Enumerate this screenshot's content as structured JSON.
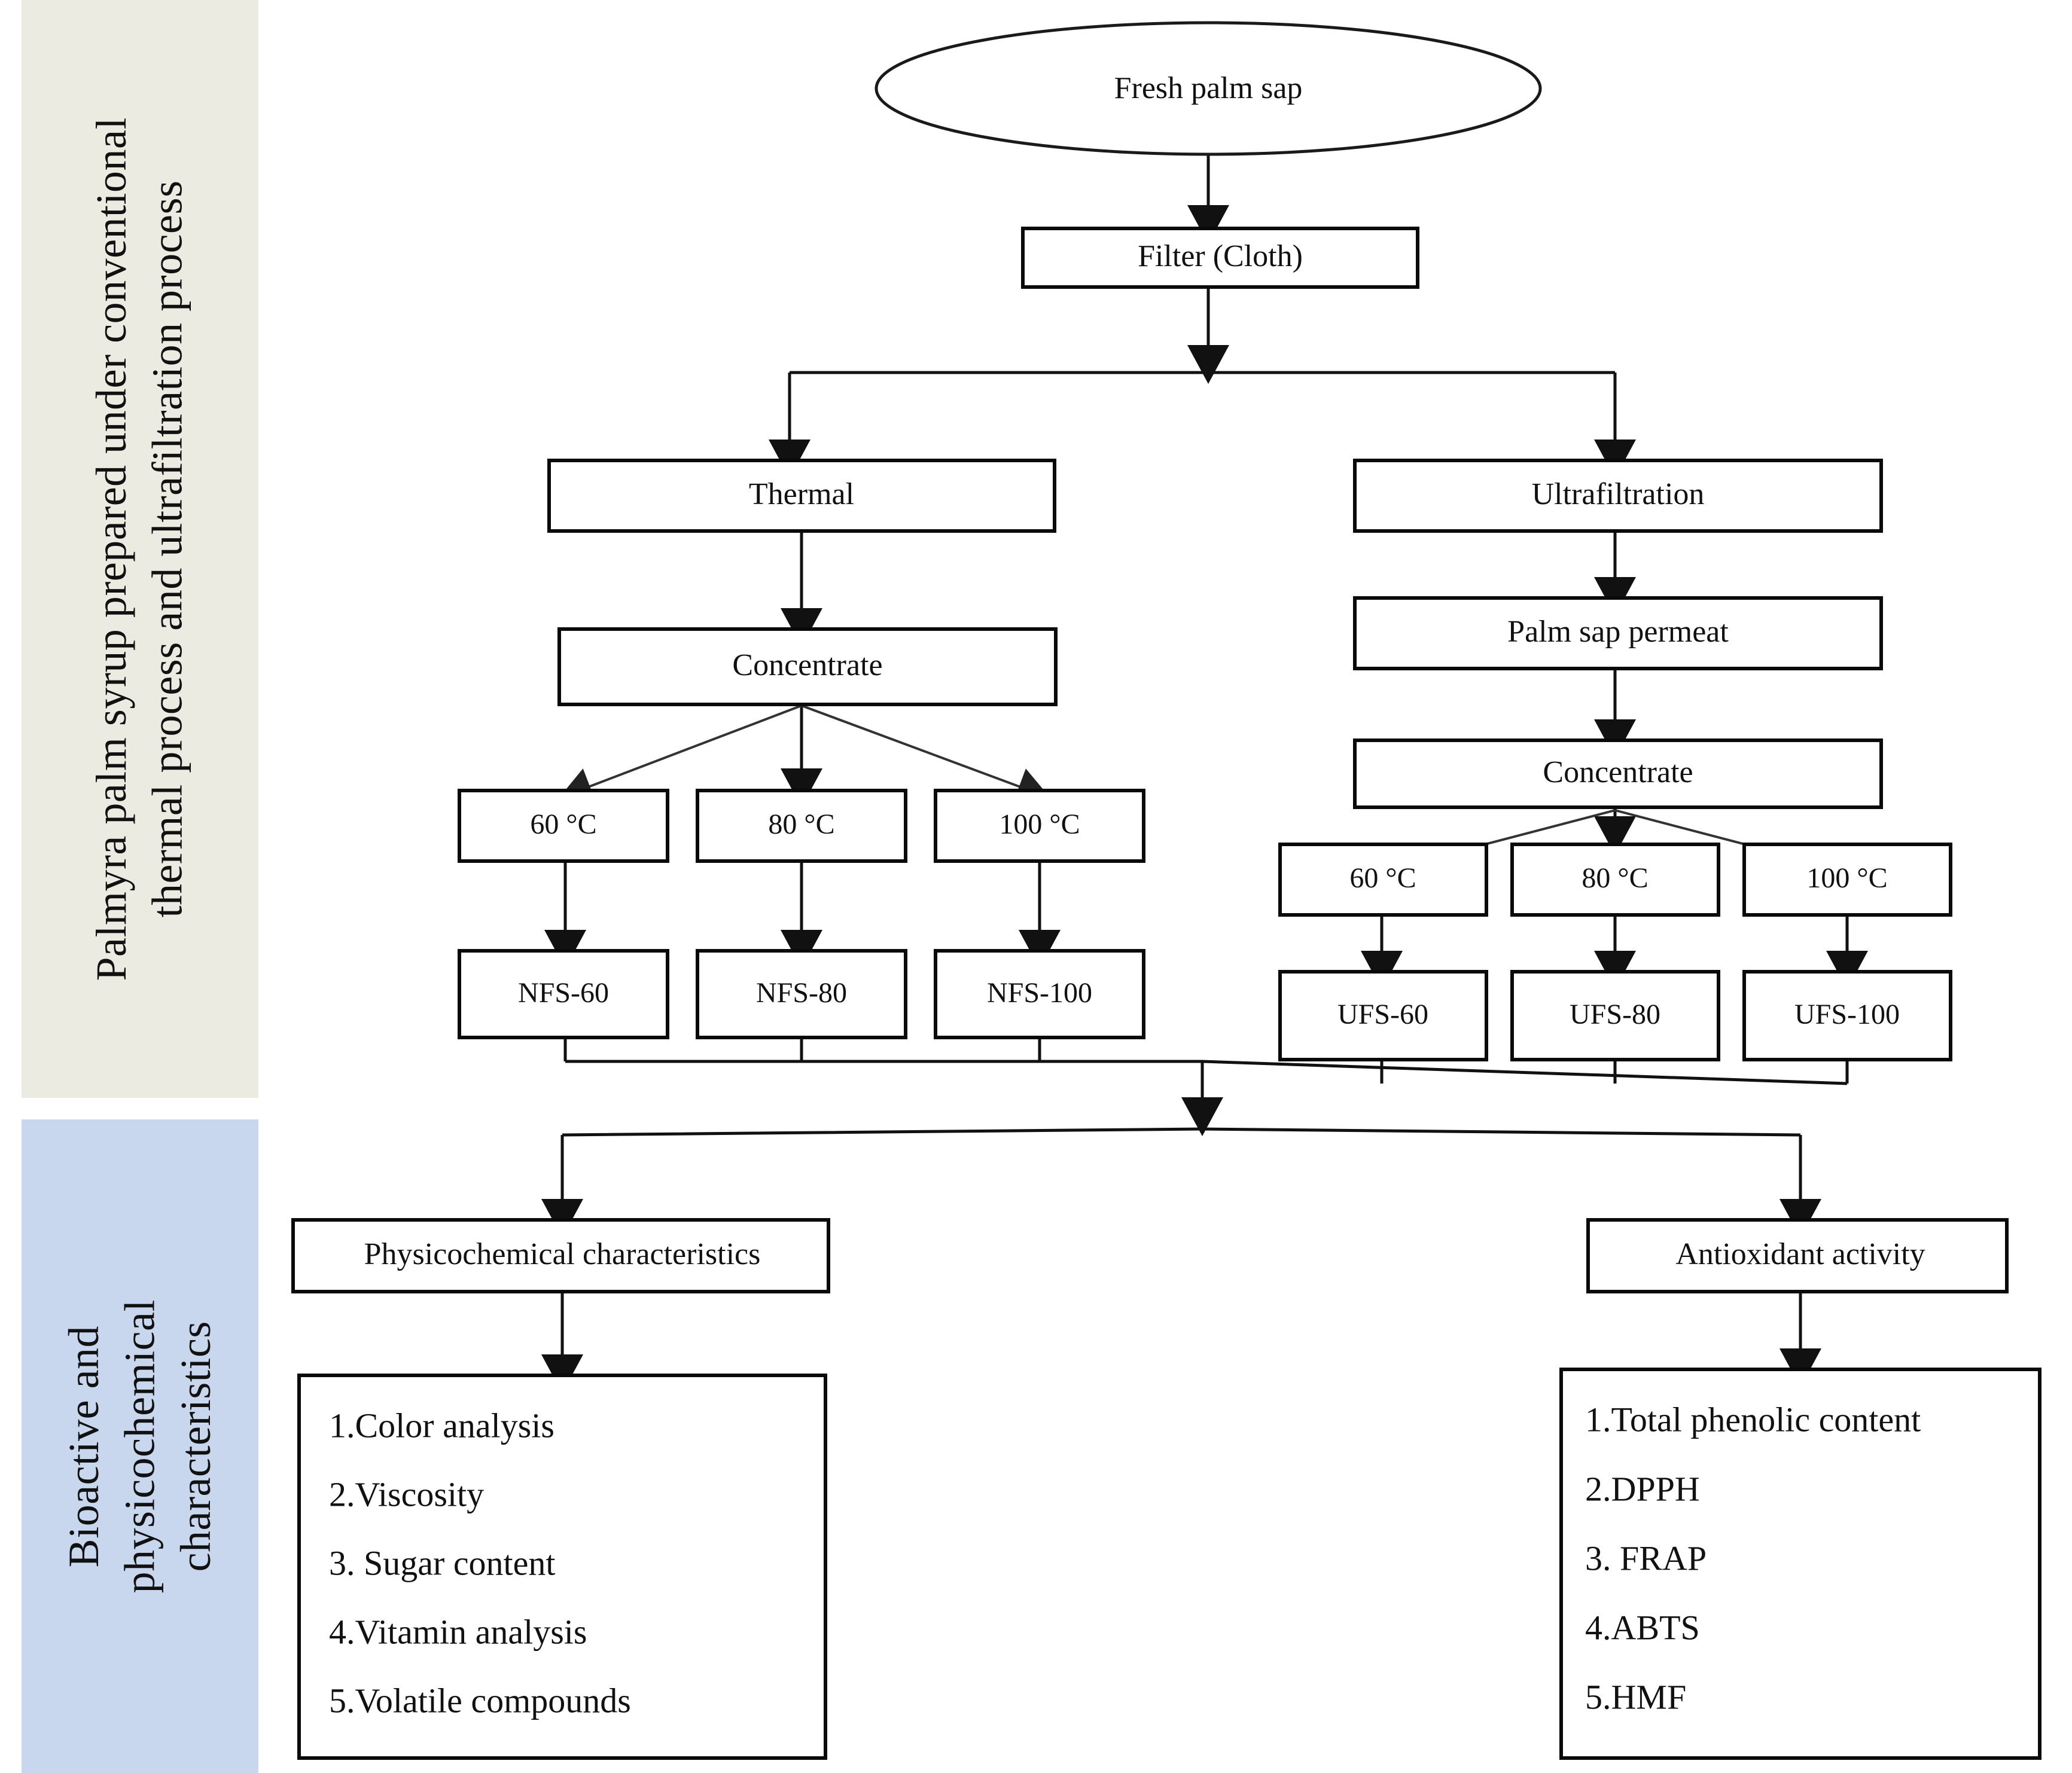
{
  "bands": {
    "top": {
      "label": "Palmyra palm syrup prepared under conventional\nthermal process and ultrafiltration  process",
      "color": "#ECEBE1"
    },
    "bottom": {
      "label": "Bioactive and\nphysicochemical\ncharacteristics",
      "color": "#C8D7EE"
    }
  },
  "nodes": {
    "start": "Fresh palm  sap",
    "filter": "Filter (Cloth)",
    "thermal": "Thermal",
    "thermal_concentrate": "Concentrate",
    "ultrafiltration": "Ultrafiltration",
    "permeate": "Palm  sap permeat",
    "uf_concentrate": "Concentrate",
    "thermal_temps": [
      "60 °C",
      "80 °C",
      "100 °C"
    ],
    "thermal_products": [
      "NFS-60",
      "NFS-80",
      "NFS-100"
    ],
    "uf_temps": [
      "60 °C",
      "80 °C",
      "100 °C"
    ],
    "uf_products": [
      "UFS-60",
      "UFS-80",
      "UFS-100"
    ],
    "physicochemical": "Physicochemical characteristics",
    "antioxidant": "Antioxidant activity"
  },
  "lists": {
    "physicochemical_items": [
      "1.Color analysis",
      "2.Viscosity",
      "3. Sugar content",
      "4.Vitamin  analysis",
      "5.Volatile  compounds"
    ],
    "antioxidant_items": [
      "1.Total phenolic  content",
      "2.DPPH",
      "3. FRAP",
      "4.ABTS",
      "5.HMF"
    ]
  },
  "colors": {
    "band_top": "#ECEBE1",
    "band_bottom": "#C8D7EE",
    "stroke": "#111111",
    "background": "#FFFFFF"
  }
}
